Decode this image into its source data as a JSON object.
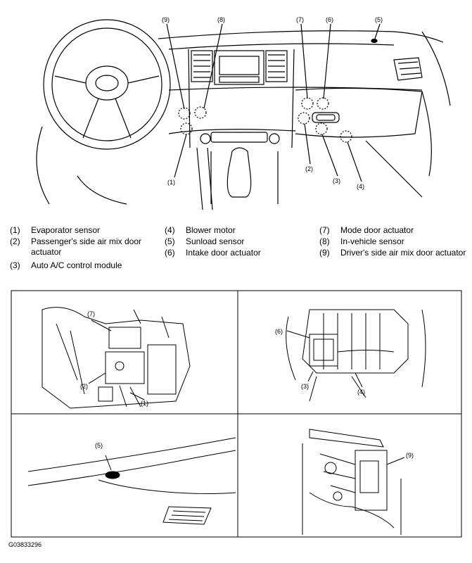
{
  "overview": {
    "callouts": [
      "(9)",
      "(8)",
      "(7)",
      "(6)",
      "(5)",
      "(1)",
      "(2)",
      "(3)",
      "(4)"
    ]
  },
  "legend": [
    {
      "num": "(1)",
      "label": "Evaporator sensor"
    },
    {
      "num": "(2)",
      "label": "Passenger's side air mix door"
    },
    {
      "num": "",
      "label": "actuator"
    },
    {
      "num": "(3)",
      "label": "Auto A/C control module"
    },
    {
      "num": "(4)",
      "label": "Blower motor"
    },
    {
      "num": "(5)",
      "label": "Sunload sensor"
    },
    {
      "num": "(6)",
      "label": "Intake door actuator"
    },
    {
      "num": "(7)",
      "label": "Mode door actuator"
    },
    {
      "num": "(8)",
      "label": "In-vehicle sensor"
    },
    {
      "num": "(9)",
      "label": "Driver's side air mix door actuator"
    }
  ],
  "panels": {
    "top_left": [
      "(7)",
      "(2)",
      "(1)"
    ],
    "top_right": [
      "(6)",
      "(3)",
      "(4)"
    ],
    "bottom_left": [
      "(5)"
    ],
    "bottom_right": [
      "(9)"
    ]
  },
  "figure_id": "G03833296",
  "colors": {
    "ink": "#000000",
    "paper": "#ffffff"
  }
}
